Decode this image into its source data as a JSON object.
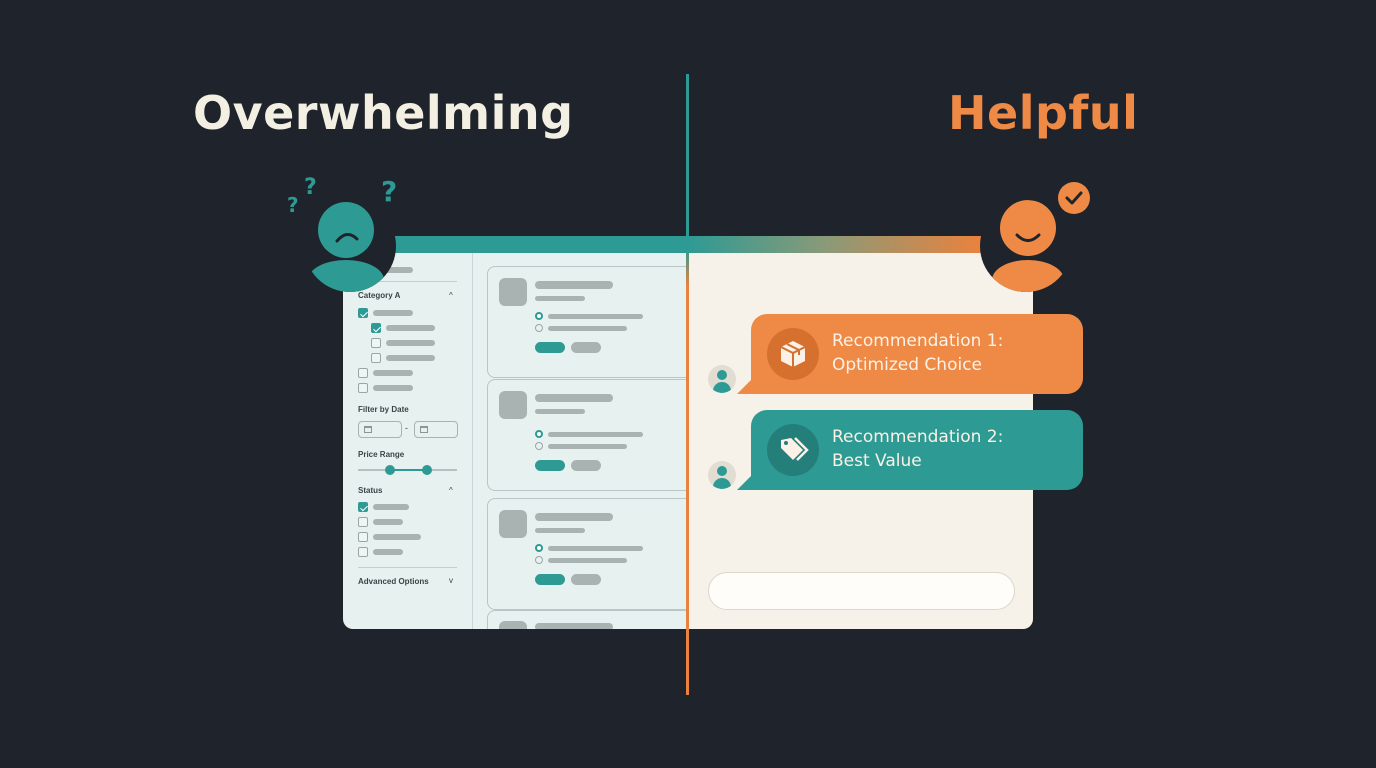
{
  "titles": {
    "left": "Overwhelming",
    "right": "Helpful"
  },
  "colors": {
    "teal": "#2e9a94",
    "orange": "#ee8a45",
    "background": "#1f232b",
    "cream": "#f6f2e9",
    "mint": "#e6f1f0"
  },
  "left_panel": {
    "sidebar": {
      "sections": [
        {
          "label": "Category A",
          "expanded": true,
          "items": [
            {
              "checked": true,
              "indent": 0
            },
            {
              "checked": true,
              "indent": 1
            },
            {
              "checked": false,
              "indent": 1
            },
            {
              "checked": false,
              "indent": 1
            },
            {
              "checked": false,
              "indent": 0
            },
            {
              "checked": false,
              "indent": 0
            }
          ]
        },
        {
          "label": "Filter by Date",
          "date_separator": "-"
        },
        {
          "label": "Price Range"
        },
        {
          "label": "Status",
          "expanded": true,
          "items": [
            {
              "checked": true
            },
            {
              "checked": false
            },
            {
              "checked": false
            },
            {
              "checked": false
            }
          ]
        },
        {
          "label": "Advanced Options",
          "expanded": false
        }
      ],
      "caret_up": "^",
      "caret_down": "v"
    },
    "result_cards": 4
  },
  "right_panel": {
    "recommendations": [
      {
        "line1": "Recommendation 1:",
        "line2": "Optimized Choice",
        "icon": "package-icon",
        "color": "#ee8a45"
      },
      {
        "line1": "Recommendation 2:",
        "line2": "Best Value",
        "icon": "price-tag-icon",
        "color": "#2e9a94"
      }
    ],
    "chat_input_placeholder": ""
  },
  "people": {
    "left": {
      "mood": "confused",
      "marks": [
        "?",
        "?",
        "?"
      ]
    },
    "right": {
      "mood": "happy",
      "badge": "checkmark-icon"
    }
  }
}
